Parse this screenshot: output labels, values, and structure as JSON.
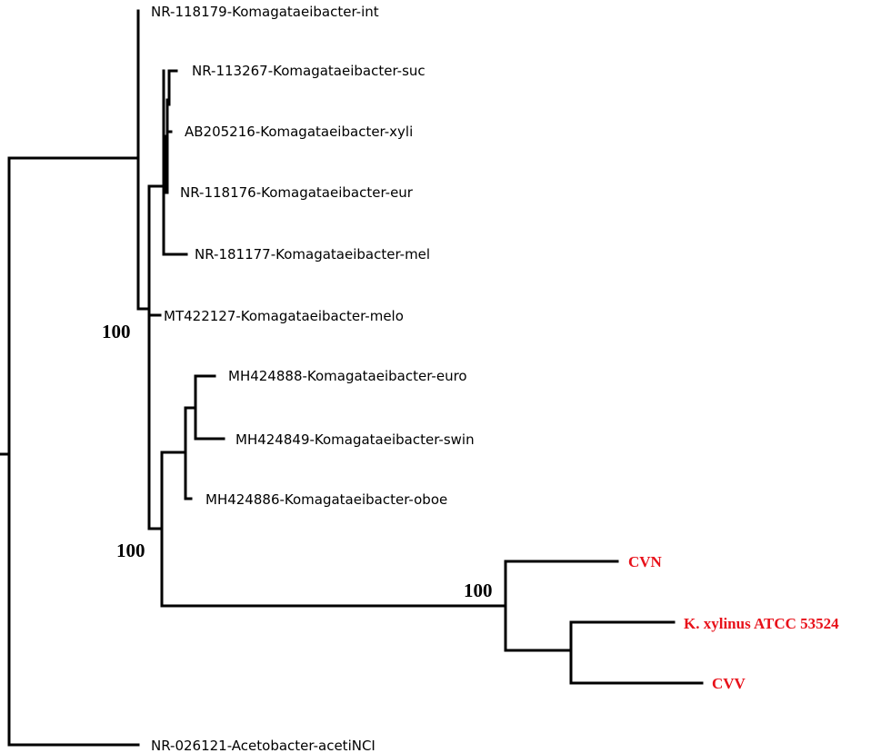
{
  "tree": {
    "leaves": [
      {
        "id": "nr118179",
        "label": "NR-118179-Komagataeibacter-int",
        "highlight": false
      },
      {
        "id": "nr113267",
        "label": "NR-113267-Komagataeibacter-suc",
        "highlight": false
      },
      {
        "id": "ab205216",
        "label": "AB205216-Komagataeibacter-xyli",
        "highlight": false
      },
      {
        "id": "nr118176",
        "label": "NR-118176-Komagataeibacter-eur",
        "highlight": false
      },
      {
        "id": "nr181177",
        "label": "NR-181177-Komagataeibacter-mel",
        "highlight": false
      },
      {
        "id": "mt422127",
        "label": "MT422127-Komagataeibacter-melo",
        "highlight": false
      },
      {
        "id": "mh424888",
        "label": "MH424888-Komagataeibacter-euro",
        "highlight": false
      },
      {
        "id": "mh424849",
        "label": "MH424849-Komagataeibacter-swin",
        "highlight": false
      },
      {
        "id": "mh424886",
        "label": "MH424886-Komagataeibacter-oboe",
        "highlight": false
      },
      {
        "id": "cvn",
        "label": "CVN",
        "highlight": true
      },
      {
        "id": "kxylinus",
        "label": "K. xylinus ATCC 53524",
        "highlight": true
      },
      {
        "id": "cvv",
        "label": "CVV",
        "highlight": true
      },
      {
        "id": "nr026121",
        "label": "NR-026121-Acetobacter-acetiNCI",
        "highlight": false
      }
    ],
    "support_values": [
      {
        "id": "node-a",
        "value": "100"
      },
      {
        "id": "node-b",
        "value": "100"
      },
      {
        "id": "node-c",
        "value": "100"
      }
    ],
    "colors": {
      "branch": "#000000",
      "highlight": "#e8111a",
      "text": "#000000"
    }
  }
}
